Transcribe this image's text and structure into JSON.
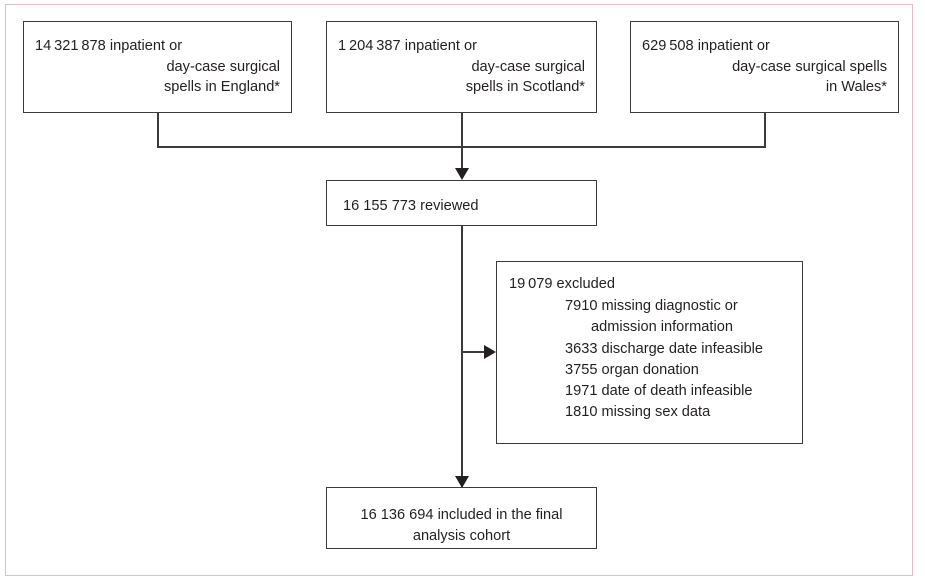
{
  "figure": {
    "type": "flow-diagram",
    "frame_color": "#e3bcc6",
    "line_color": "#3b3b3b",
    "text_color": "#231f20"
  },
  "sources": [
    {
      "id": "england",
      "count": "14 321 878",
      "line1": "inpatient or",
      "line2": "day-case surgical",
      "line3": "spells in England*"
    },
    {
      "id": "scotland",
      "count": "1 204 387",
      "line1": "inpatient or",
      "line2": "day-case surgical",
      "line3": "spells in Scotland*"
    },
    {
      "id": "wales",
      "count": "629 508",
      "line1": "inpatient or",
      "line2": "day-case surgical spells",
      "line3": "in Wales*"
    }
  ],
  "reviewed": {
    "text": "16 155 773 reviewed"
  },
  "excluded": {
    "heading": "19 079 excluded",
    "items": [
      {
        "label": "7910 missing diagnostic or",
        "sub": "admission information"
      },
      {
        "label": "3633 discharge date infeasible",
        "sub": ""
      },
      {
        "label": "3755 organ donation",
        "sub": ""
      },
      {
        "label": "1971 date of death infeasible",
        "sub": ""
      },
      {
        "label": "1810 missing sex data",
        "sub": ""
      }
    ]
  },
  "final": {
    "line1": "16 136 694 included in the final",
    "line2": "analysis cohort"
  }
}
